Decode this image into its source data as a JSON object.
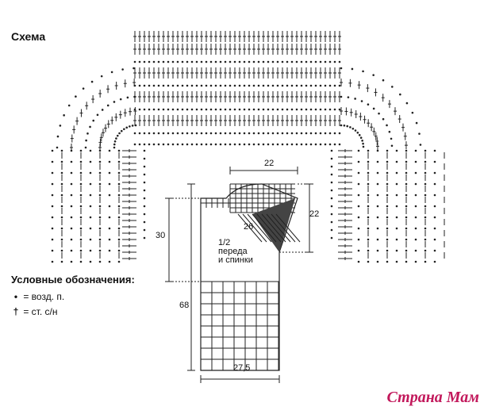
{
  "title": "Схема",
  "legend": {
    "heading": "Условные обозначения:",
    "items": [
      {
        "symbol": "•",
        "text": "= возд. п."
      },
      {
        "symbol": "†",
        "text": "= ст. с/н"
      }
    ]
  },
  "schematic": {
    "center_label_1": "1/2",
    "center_label_2": "переда",
    "center_label_3": "и спинки",
    "dimensions": {
      "top_width": "22",
      "right_height": "22",
      "diagonal": "26",
      "left_upper_height": "30",
      "left_lower_height": "68",
      "bottom_width": "27,5"
    }
  },
  "watermark": "Страна Мам"
}
